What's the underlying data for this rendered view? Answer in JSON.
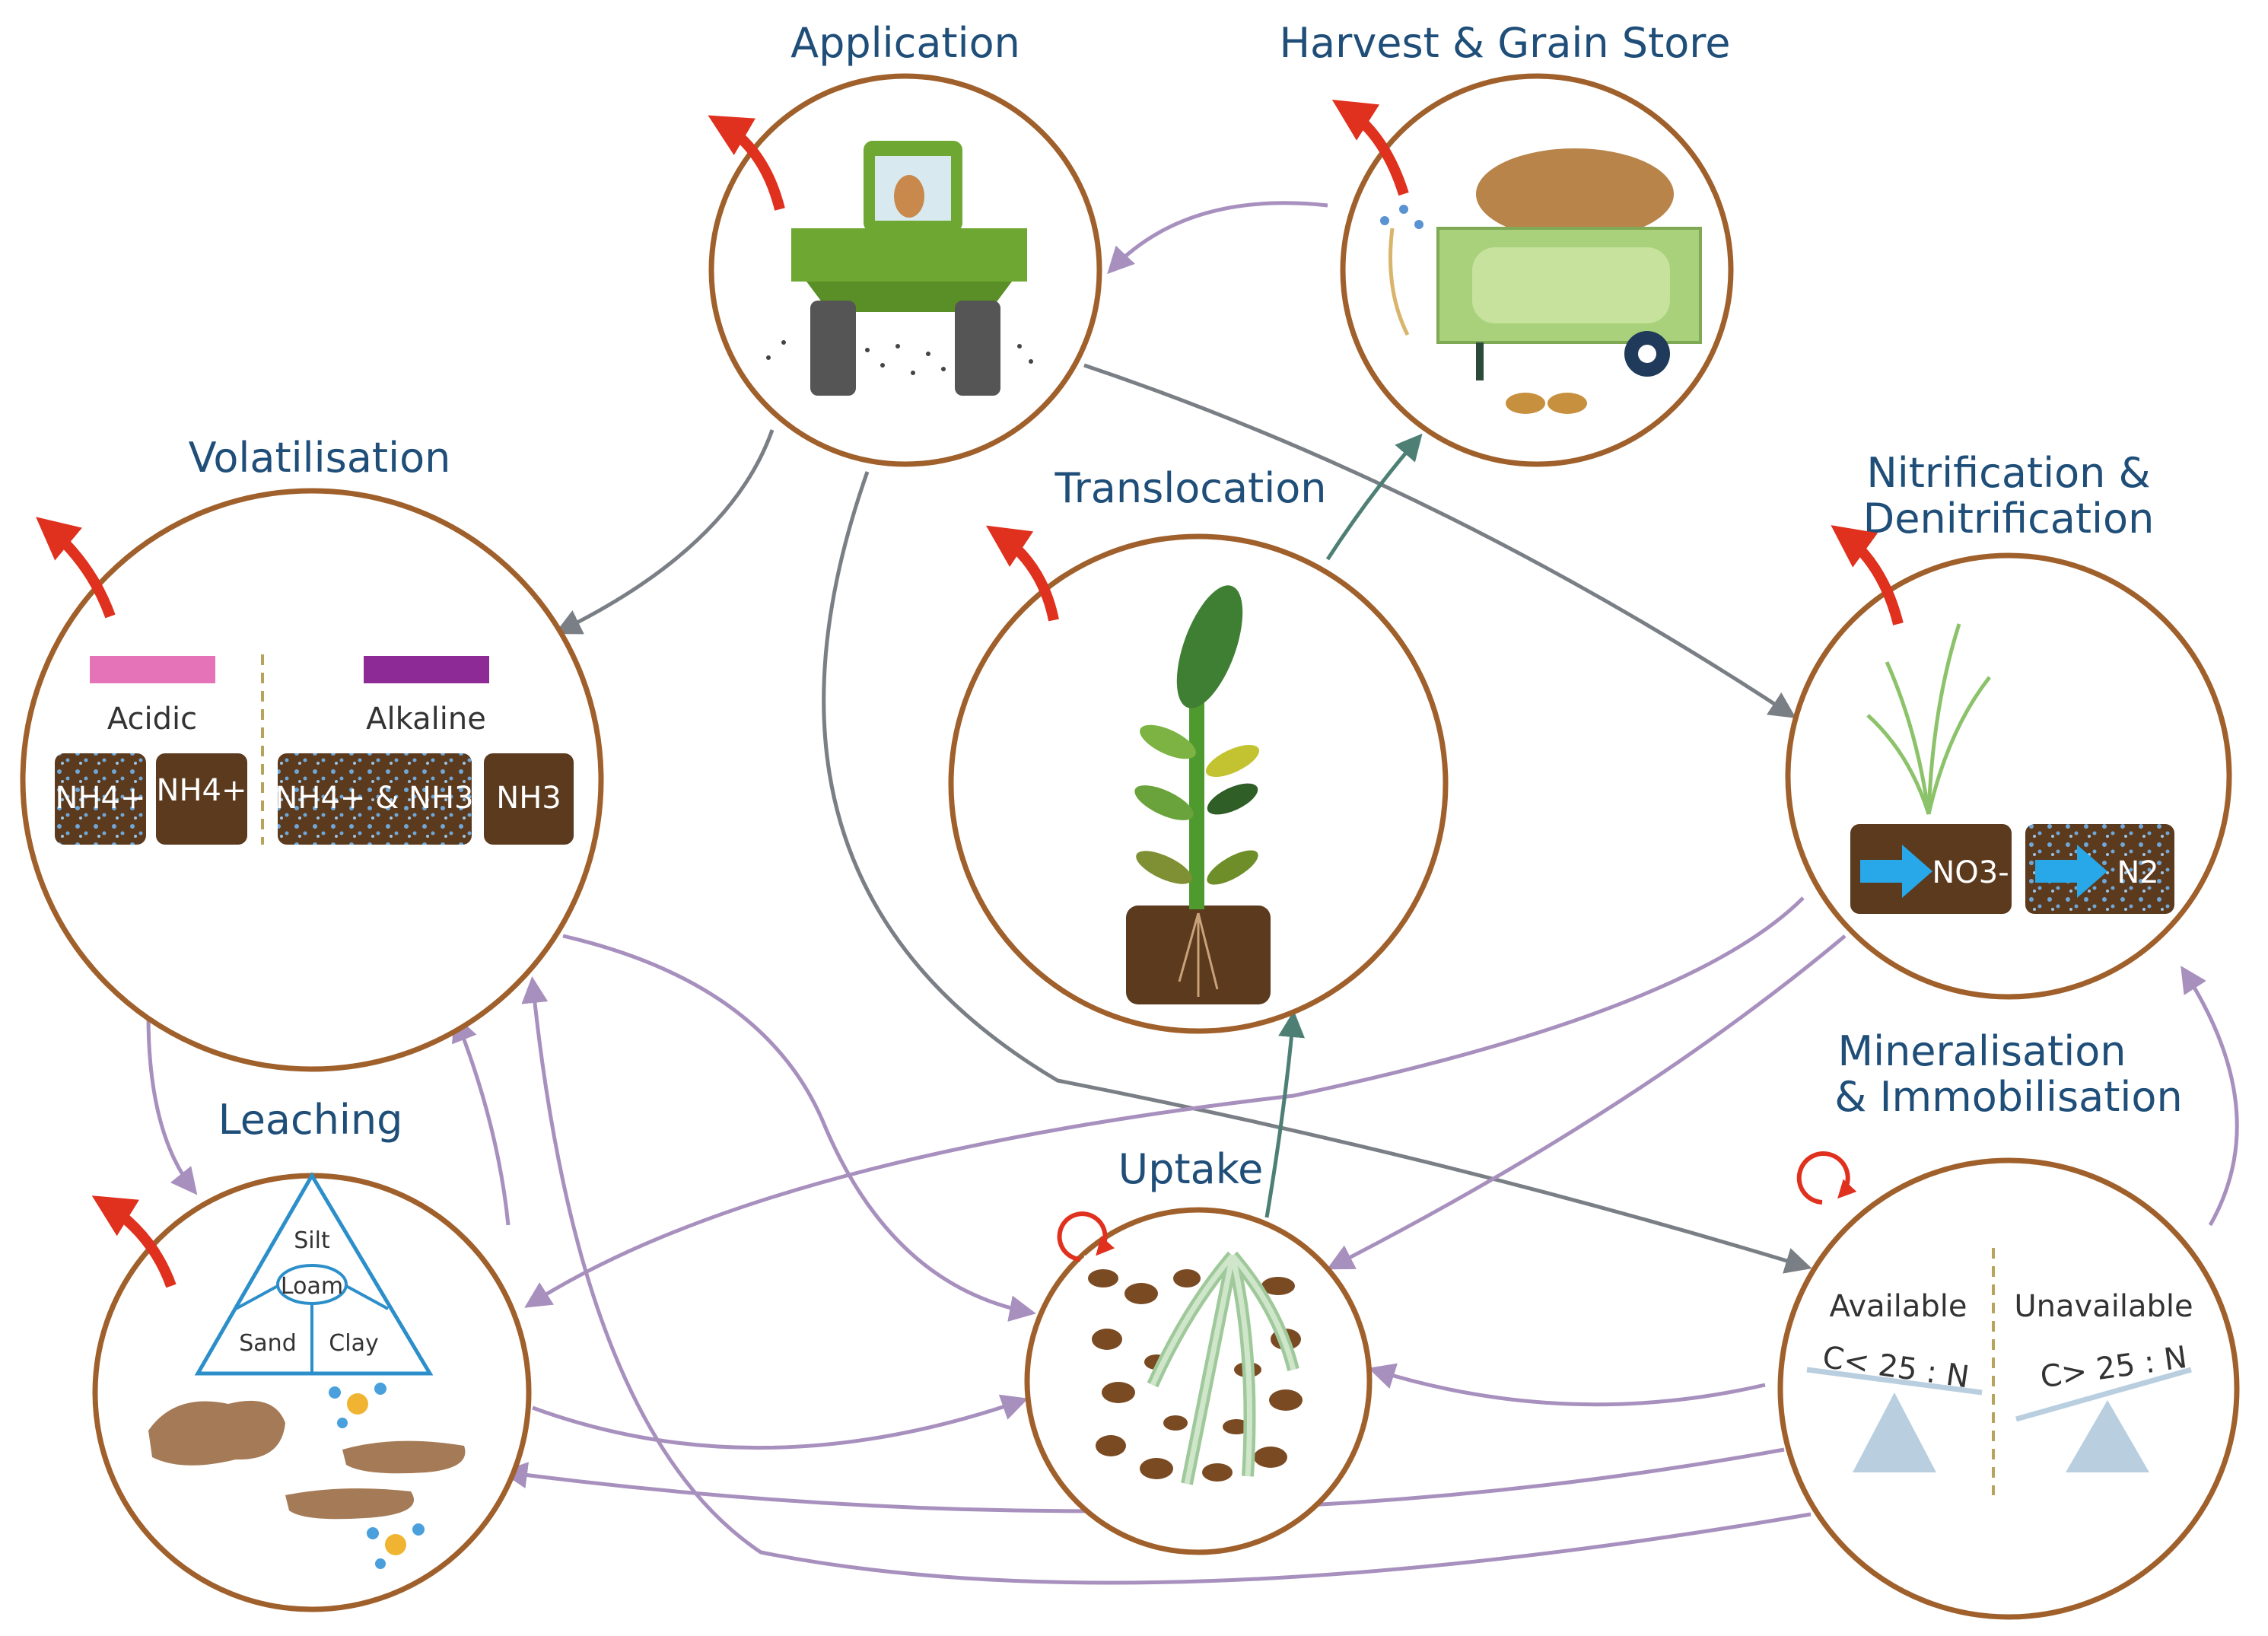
{
  "nodes": {
    "application": {
      "title": "Application"
    },
    "harvest": {
      "title": "Harvest & Grain Store"
    },
    "volatilisation": {
      "title": "Volatilisation",
      "acidic": "Acidic",
      "alkaline": "Alkaline",
      "soil_blocks": [
        "NH4+",
        "NH4+",
        "NH4+ & NH3",
        "NH3"
      ]
    },
    "translocation": {
      "title": "Translocation"
    },
    "nitrification": {
      "title_line1": "Nitrification &",
      "title_line2": "Denitrification",
      "no3": "NO3-",
      "n2": "N2"
    },
    "leaching": {
      "title": "Leaching",
      "silt": "Silt",
      "loam": "Loam",
      "sand": "Sand",
      "clay": "Clay"
    },
    "uptake": {
      "title": "Uptake"
    },
    "mineralisation": {
      "title_line1": "Mineralisation",
      "title_line2": "& Immobilisation",
      "available": "Available",
      "unavailable": "Unavailable",
      "ratio_available": "C< 25 : N",
      "ratio_unavailable": "C> 25 : N"
    }
  },
  "colors": {
    "ring": "#a0602c",
    "title": "#1f4e79",
    "loss_arrow": "#e0301e",
    "flow_grey": "#7a7f86",
    "flow_purple": "#a890be",
    "flow_teal": "#4e7f75",
    "acidic_bar": "#e573b7",
    "alkaline_bar": "#8e2a96",
    "soil": "#5b3a1e"
  }
}
